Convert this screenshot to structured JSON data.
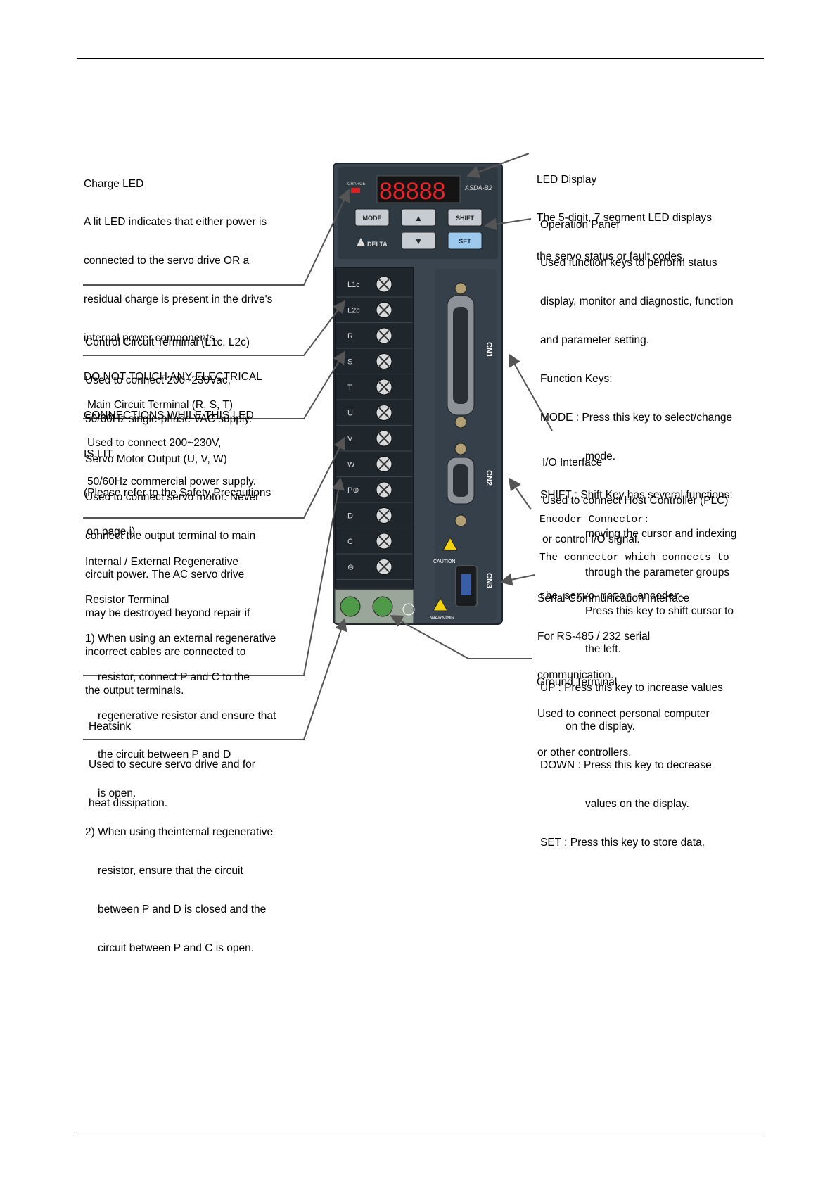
{
  "callouts": {
    "charge_led": {
      "title": "Charge LED",
      "lines": [
        "A lit LED indicates that either power is",
        "connected to the servo drive OR a",
        "residual charge is present in the drive's",
        "internal power components.",
        "DO NOT TOUCH ANY ELECTRICAL",
        "CONNECTIONS WHILE THIS LED",
        "IS LIT.",
        "(Please refer to the Safety Precautions",
        " on page i)."
      ]
    },
    "control_circuit": {
      "title": "Control Circuit Terminal (L1c, L2c)",
      "lines": [
        "Used to connect 200~230Vac,",
        "50/60Hz single-phase VAC supply."
      ]
    },
    "main_circuit": {
      "title": "Main Circuit Terminal (R, S, T)",
      "lines": [
        "Used to connect 200~230V,",
        "50/60Hz commercial power supply."
      ]
    },
    "servo_output": {
      "title": "Servo Motor Output (U, V, W)",
      "lines": [
        "Used to connect servo motor. Never",
        "connect the output terminal to main",
        "circuit power. The AC servo drive",
        "may be destroyed beyond repair if",
        "incorrect cables are connected to",
        "the output terminals."
      ]
    },
    "regen": {
      "title": "Internal / External Regenerative",
      "title2": "Resistor Terminal",
      "item1_lead": "1) When using an external regenerative",
      "item1_lines": [
        "resistor, connect P and C to the",
        "regenerative resistor and ensure that",
        "the circuit between P and D",
        "is open."
      ],
      "item2_lead": "2) When using theinternal regenerative",
      "item2_lines": [
        "resistor, ensure that the circuit",
        "between P and D is closed and the",
        "circuit between P and C is open."
      ]
    },
    "heatsink": {
      "title": "Heatsink",
      "lines": [
        "Used to secure servo drive and for",
        "heat dissipation."
      ]
    },
    "led_display": {
      "title": "LED Display",
      "lines": [
        "The 5-digit, 7 segment LED displays",
        "the servo status or fault codes."
      ]
    },
    "operation_panel": {
      "title": "Operation Panel",
      "lines": [
        "Used function keys to perform status",
        "display, monitor and diagnostic, function",
        "and parameter setting.",
        "Function Keys:"
      ],
      "mode_lead": "MODE : Press this key to select/change",
      "mode_cont": "mode.",
      "shift_lead": "SHIFT : Shift Key has several functions:",
      "shift_cont": [
        "moving the cursor and indexing",
        "through the parameter groups",
        "Press this key to shift cursor to",
        "the left."
      ],
      "up_lead": "UP : Press this key to increase values",
      "up_cont": "on the display.",
      "down_lead": "DOWN : Press this key to decrease",
      "down_cont": "values on the display.",
      "set_line": "SET : Press this key to store data."
    },
    "io_interface": {
      "title": "I/O Interface",
      "lines": [
        "Used to connect Host Controller (PLC)",
        "or control I/O signal."
      ]
    },
    "encoder": {
      "title": "Encoder Connector:",
      "lines": [
        "The connector which connects to",
        "the servo motor encoder."
      ]
    },
    "serial": {
      "title": "Serial Communication Interface",
      "lines": [
        "For RS-485 / 232 serial",
        "communication.",
        "Used to connect personal computer",
        "or other controllers."
      ]
    },
    "ground": {
      "title": "Ground Terminal"
    }
  },
  "device": {
    "charge_label": "CHARGE",
    "display_digits": "88888",
    "brand_model": "ASDA-B2",
    "brand": "DELTA",
    "keys": {
      "mode": "MODE",
      "up": "▲",
      "shift": "SHIFT",
      "down": "▼",
      "set": "SET"
    },
    "terminals": [
      "L1c",
      "L2c",
      "R",
      "S",
      "T",
      "U",
      "V",
      "W",
      "P⊕",
      "D",
      "C",
      "⊖"
    ],
    "cn1": "CN1",
    "cn2": "CN2",
    "cn3": "CN3",
    "caution": "CAUTION",
    "warning": "WARNING"
  }
}
